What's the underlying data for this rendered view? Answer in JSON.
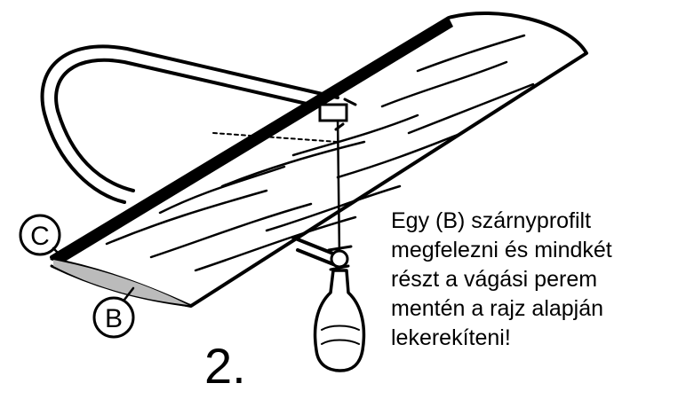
{
  "labels": {
    "c": "C",
    "b": "B",
    "step": "2."
  },
  "instructions": {
    "lines": [
      "Egy (B) szárnyprofilt",
      "megfelezni és mindkét",
      "részt a vágási perem",
      "mentén a rajz alapján",
      "lekerekíteni!"
    ]
  }
}
